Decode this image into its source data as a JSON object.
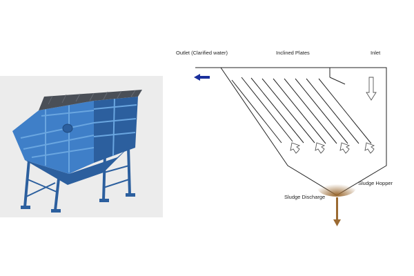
{
  "illustration": {
    "name": "inclined plate settler (lamella clarifier) 3D rendering",
    "colors": {
      "body": "#3f7fc8",
      "body_dark": "#2c5f9e",
      "body_light": "#6aa6e0",
      "top": "#4a4f57",
      "background": "#ececec"
    }
  },
  "schematic": {
    "labels": {
      "outlet": "Outlet (Clarified water)",
      "plates": "Inclined Plates",
      "inlet": "Inlet",
      "hopper": "Sludge Hopper",
      "discharge": "Sludge Discharge"
    },
    "plate_count": 9,
    "upflow_arrow_count": 4,
    "colors": {
      "line": "#222222",
      "outlet_arrow": "#1a2f9c",
      "sludge": "#9b6a32",
      "discharge_arrow": "#9b6a32"
    }
  }
}
